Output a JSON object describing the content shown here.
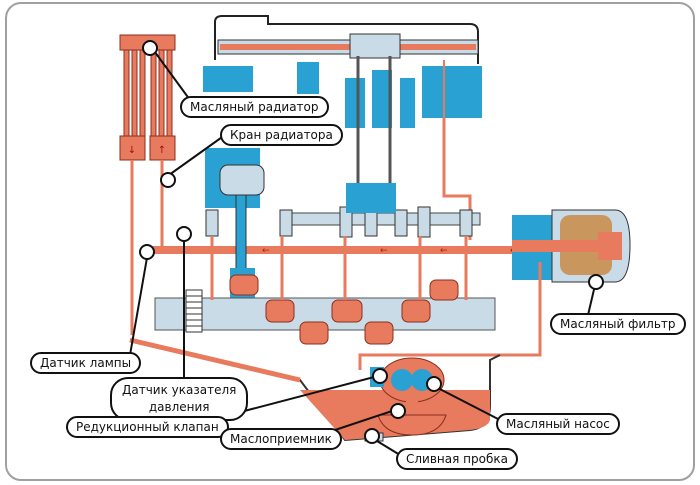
{
  "diagram": {
    "title": "Engine lubrication system",
    "colors": {
      "oil": "#e87a5d",
      "oil_dark": "#8c2f1f",
      "block": "#2aa1d3",
      "metal": "#c9dbe6",
      "filter_element": "#c9965e",
      "line": "#111111"
    },
    "labels": {
      "oil_radiator": "Масляный радиатор",
      "radiator_valve": "Кран радиатора",
      "lamp_sensor": "Датчик лампы",
      "pressure_gauge_sensor_line1": "Датчик указателя",
      "pressure_gauge_sensor_line2": "давления",
      "reducing_valve": "Редукционный клапан",
      "oil_intake": "Маслоприемник",
      "drain_plug": "Сливная пробка",
      "oil_pump": "Масляный насос",
      "oil_filter": "Масляный фильтр"
    }
  }
}
